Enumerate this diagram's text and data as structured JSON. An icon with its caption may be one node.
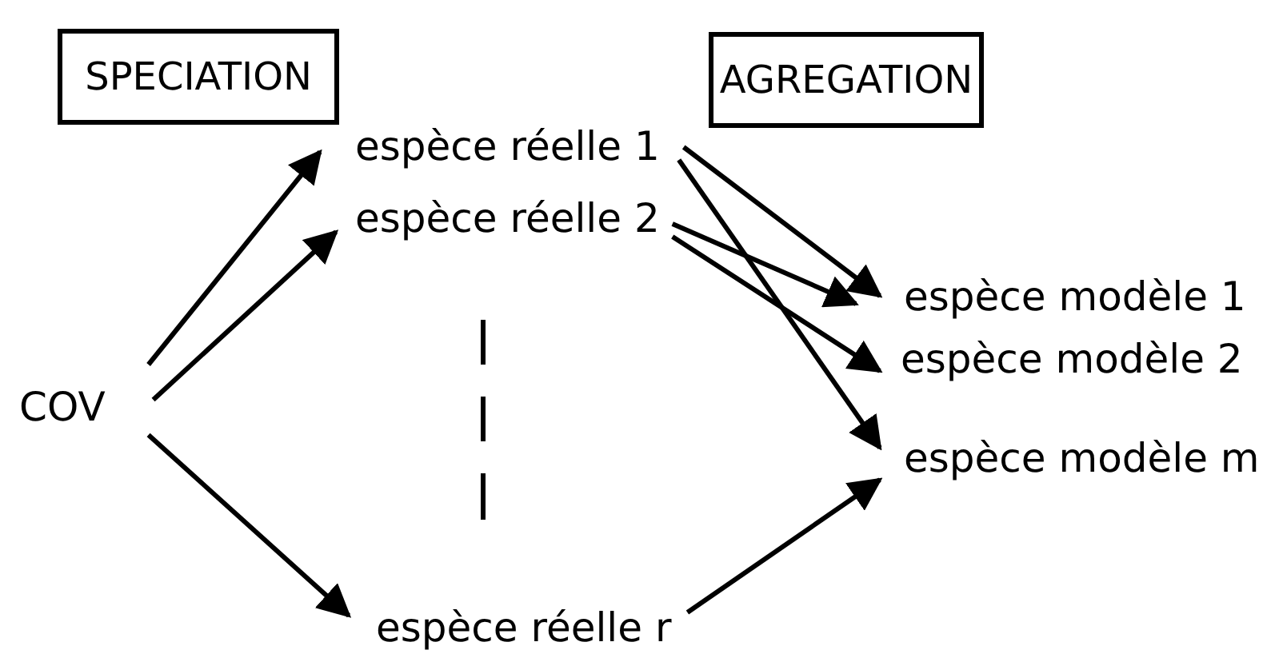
{
  "diagram": {
    "nodes": [
      {
        "text": [
          "SPECIATION"
        ]
      },
      {
        "text": [
          "AGREGATION"
        ]
      },
      {
        "text": [
          "COV"
        ]
      },
      {
        "text": [
          "espèce réelle 1"
        ]
      },
      {
        "text": [
          "espèce réelle 2"
        ]
      },
      {
        "text": [
          "espèce réelle r"
        ]
      },
      {
        "text": [
          "espèce modèle 1"
        ]
      },
      {
        "text": [
          "espèce modèle 2"
        ]
      },
      {
        "text": [
          "espèce modèle m"
        ]
      }
    ],
    "edges": [
      {
        "from": 2,
        "to": 3,
        "arrow": "to"
      },
      {
        "from": 2,
        "to": 4,
        "arrow": "to"
      },
      {
        "from": 2,
        "to": 5,
        "arrow": "to"
      },
      {
        "from": 3,
        "to": 6,
        "arrow": "to"
      },
      {
        "from": 3,
        "to": 8,
        "arrow": "to"
      },
      {
        "from": 4,
        "to": 6,
        "arrow": "to"
      },
      {
        "from": 4,
        "to": 7,
        "arrow": "to"
      },
      {
        "from": 5,
        "to": 8,
        "arrow": "to"
      }
    ]
  }
}
